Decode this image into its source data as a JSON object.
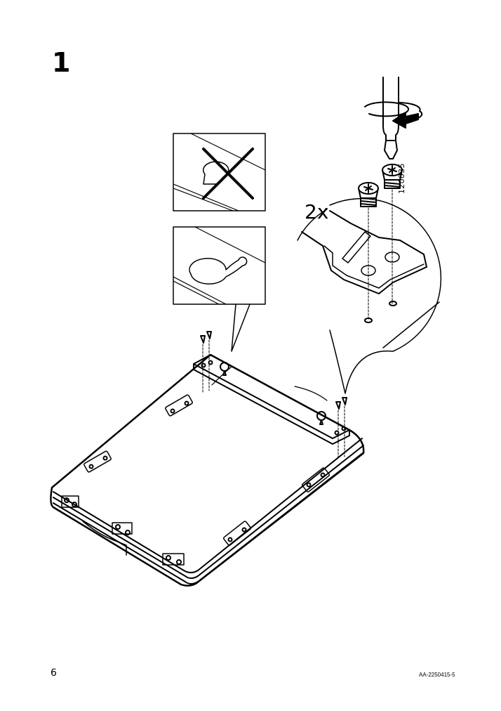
{
  "step": {
    "number": "1"
  },
  "callout": {
    "quantity": "2x",
    "part_number": "120035"
  },
  "footer": {
    "page_number": "6",
    "document_id": "AA-2250415-5"
  },
  "illustration": {
    "wrong_detail_icon": "keyhole-slot-crossed-out",
    "correct_detail_icon": "keyhole-slot",
    "tool_icon": "phillips-screwdriver",
    "fastener_icon": "screw",
    "assembly_icon": "board-with-bracket"
  }
}
